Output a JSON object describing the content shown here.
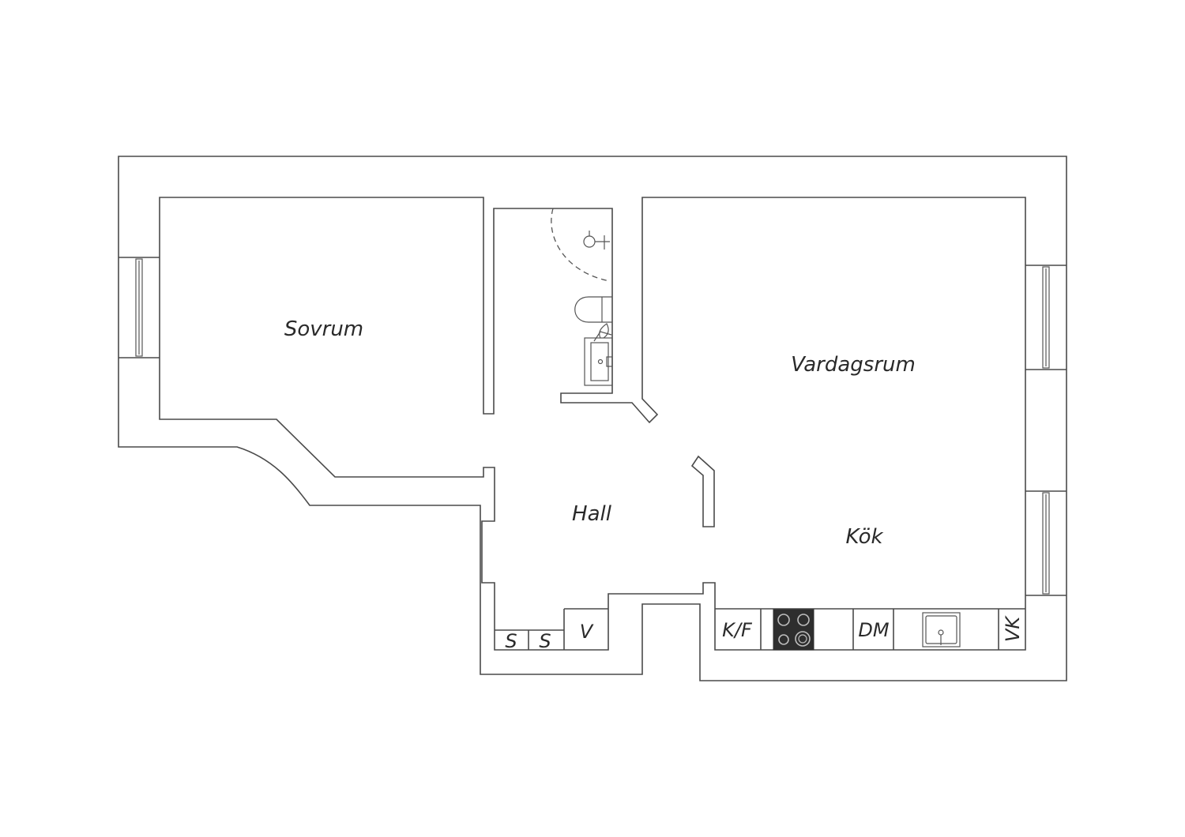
{
  "rooms": {
    "sovrum": "Sovrum",
    "vardagsrum": "Vardagsrum",
    "hall": "Hall",
    "kok": "Kök"
  },
  "fixtures": {
    "s1": "S",
    "s2": "S",
    "v": "V",
    "kf": "K/F",
    "dm": "DM",
    "vk": "VK"
  },
  "icons": {
    "stove": "stove-icon",
    "sink": "kitchen-sink-icon",
    "shower": "shower-icon",
    "toilet": "toilet-icon",
    "basin": "washbasin-icon"
  },
  "colors": {
    "wall_stroke": "#4a4a4a",
    "stove_fill": "#2e2e2e"
  }
}
